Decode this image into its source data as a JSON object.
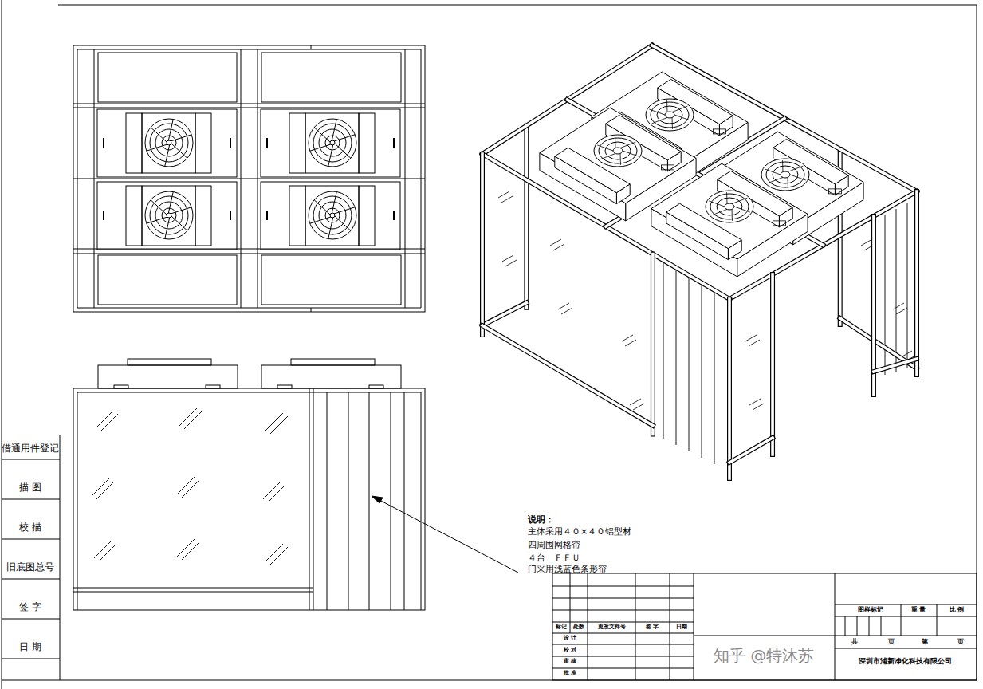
{
  "diagram": {
    "labels": [
      "借通用件登记",
      "描 图",
      "校 描",
      "旧底图总号",
      "签 字",
      "日 期",
      "说明：",
      "主体采用４０×４０铝型材",
      "四周围网格帘",
      "４台　ＦＦＵ",
      "门采用浅蓝色条形帘",
      "标记",
      "处数",
      "更改文件号",
      "签 字",
      "日期",
      "设 计",
      "校 对",
      "审 核",
      "批 准",
      "图样标记",
      "重 量",
      "比 例",
      "共",
      "页",
      "第",
      "页",
      "深圳市浦新净化科技有限公司",
      "知乎 @特沐苏"
    ]
  }
}
